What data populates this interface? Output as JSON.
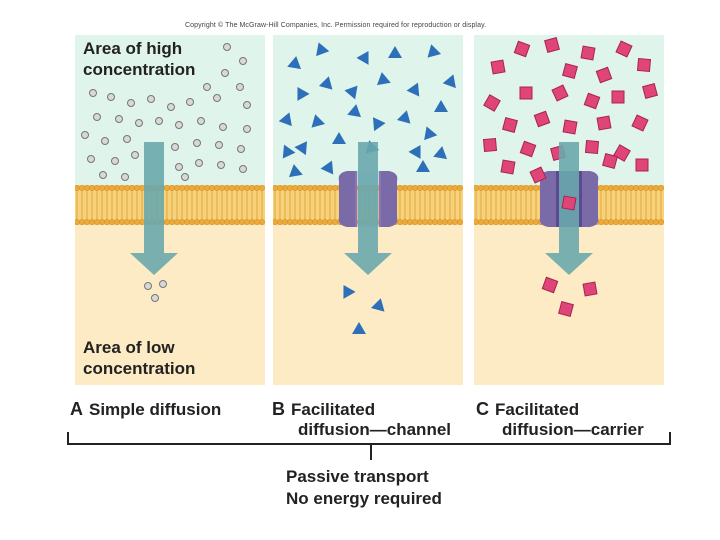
{
  "copyright": "Copyright © The McGraw-Hill Companies, Inc. Permission required for reproduction or display.",
  "labels": {
    "high_1": "Area of high",
    "high_2": "concentration",
    "low_1": "Area of low",
    "low_2": "concentration"
  },
  "panels": [
    {
      "letter": "A",
      "title": "Simple diffusion",
      "title_2": ""
    },
    {
      "letter": "B",
      "title": "Facilitated",
      "title_2": "diffusion—channel"
    },
    {
      "letter": "C",
      "title": "Facilitated",
      "title_2": "diffusion—carrier"
    }
  ],
  "summary": {
    "line1": "Passive transport",
    "line2": "No energy required"
  },
  "colors": {
    "high_bg": "#dff4ea",
    "low_bg": "#fcebc4",
    "membrane": "#f2b93b",
    "arrow": "#6aa9ad",
    "protein": "#7b6aa8",
    "triangle": "#2d6fb8",
    "square": "#e0457a",
    "circle": "#c8c8c8"
  }
}
